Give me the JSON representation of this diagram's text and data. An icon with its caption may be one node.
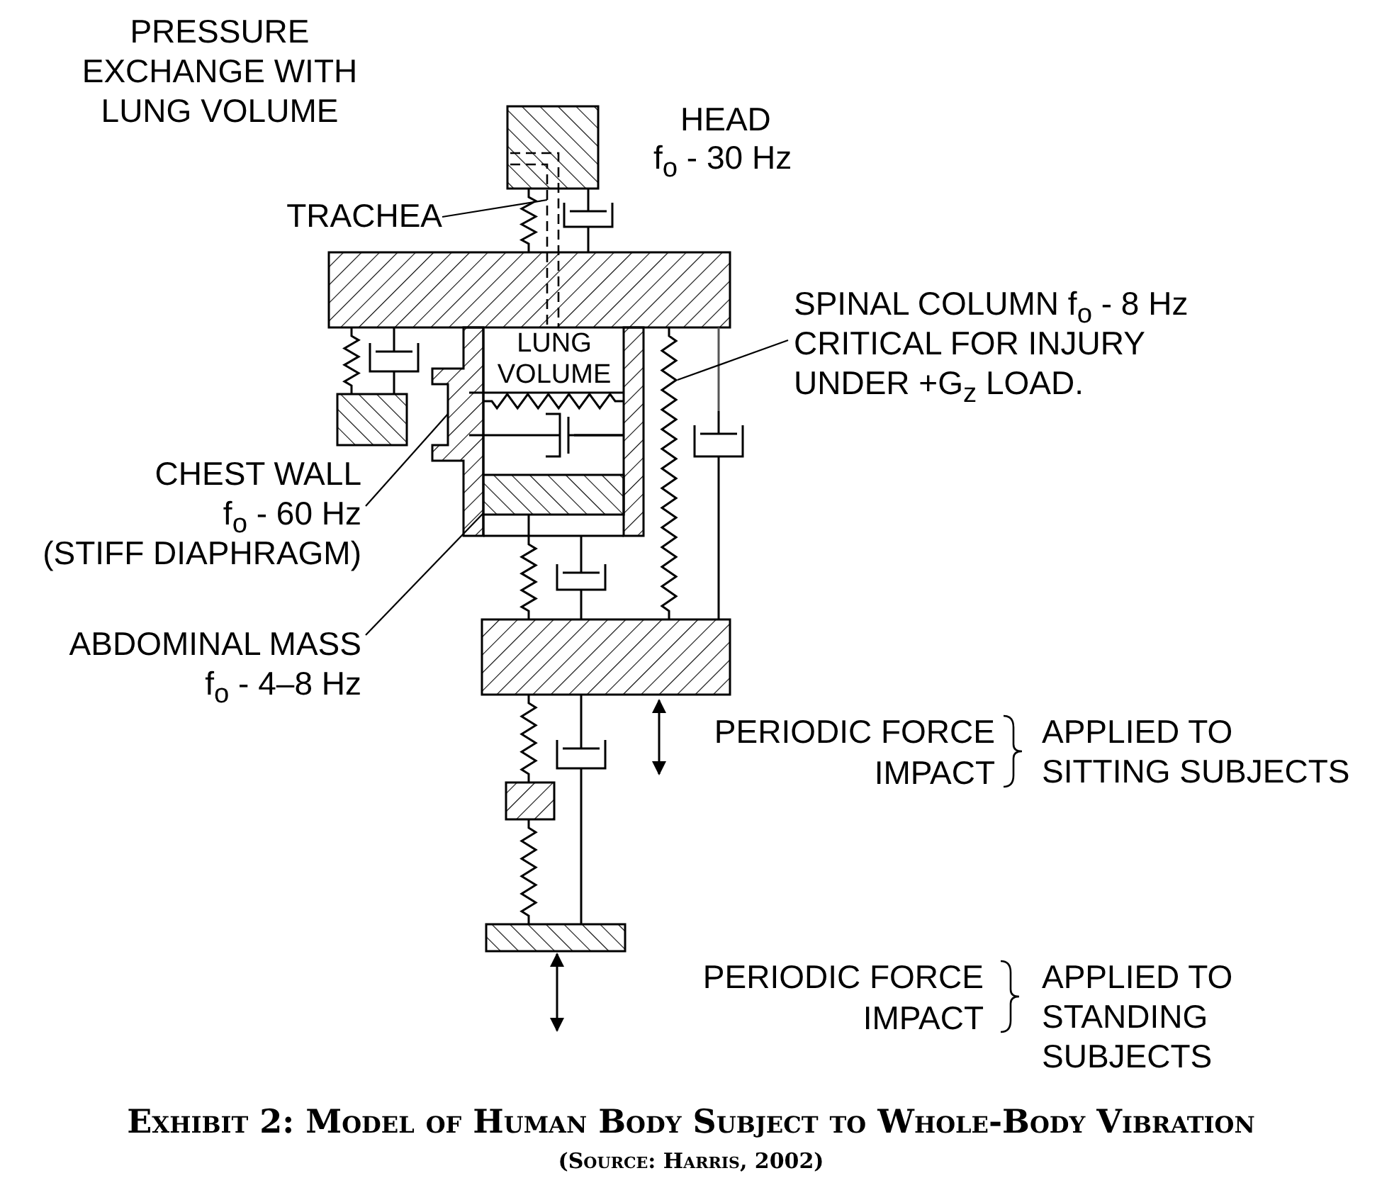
{
  "diagram": {
    "title": "Exhibit 2: Model of Human Body Subject to Whole-Body Vibration",
    "caption": "(Source: Harris, 2002)",
    "nodes": [
      {
        "text": [
          "TRACHEA"
        ]
      },
      {
        "text": [],
        "shape": "tube"
      },
      {
        "text": [
          "SPINAL COLUMN f$_{o}$ - 8 Hz",
          "CRITICAL FOR INJURY UNDER +G$_{z}$ LOAD."
        ]
      },
      {
        "text": [],
        "shape": "spring"
      },
      {
        "text": [
          "CHEST WALL",
          "f$_{o}$ -  60 Hz",
          "(STIFF DIAPHRAGM)"
        ]
      },
      {
        "text": [],
        "shape": "wall"
      },
      {
        "text": [
          "ABDOMINAL MASS",
          "f$_{o}$ - 4–8 Hz"
        ]
      },
      {
        "text": [],
        "shape": "box"
      }
    ],
    "edges": [
      {
        "from": 0,
        "to": 1,
        "arrow": "none"
      },
      {
        "from": 2,
        "to": 3,
        "arrow": "none"
      },
      {
        "from": 4,
        "to": 5,
        "arrow": "none"
      },
      {
        "from": 6,
        "to": 7,
        "arrow": "none"
      }
    ],
    "labels": [
      "PRESSURE EXCHANGE WITH LUNG VOLUME",
      "HEAD",
      "f$_{o}$ - 30 Hz",
      "LUNG VOLUME",
      "PERIODIC FORCE",
      "APPLIED TO SITTING SUBJECTS",
      "IMPACT",
      "PERIODIC FORCE",
      "APPLIED TO STANDING SUBJECTS",
      "IMPACT"
    ]
  }
}
